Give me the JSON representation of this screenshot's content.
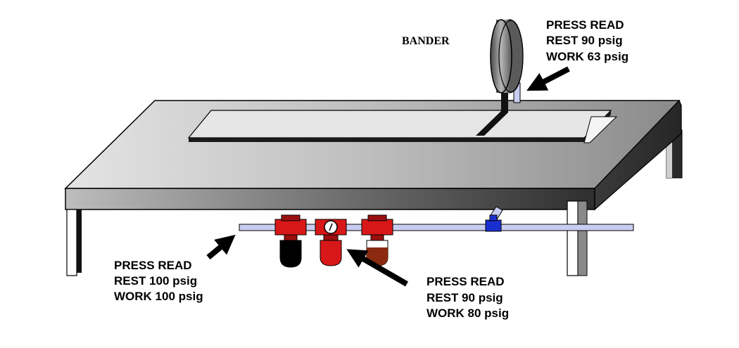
{
  "title": "BANDER",
  "callouts": {
    "top_right": [
      "PRESS READ",
      "REST 90 psig",
      "WORK 63 psig"
    ],
    "bottom_left": [
      "PRESS READ",
      "REST 100 psig",
      "WORK 100 psig"
    ],
    "bottom_right": [
      "PRESS READ",
      "REST 90 psig",
      "WORK 80 psig"
    ]
  },
  "colors": {
    "regulator_red": "#d81818",
    "dark_red": "#7a0000",
    "bowl_black": "#000000",
    "bowl_brown": "#8b2a10",
    "pipe": "#c8cdf0",
    "tee_blue": "#1a2fd0",
    "gauge_gray": "#808080"
  }
}
